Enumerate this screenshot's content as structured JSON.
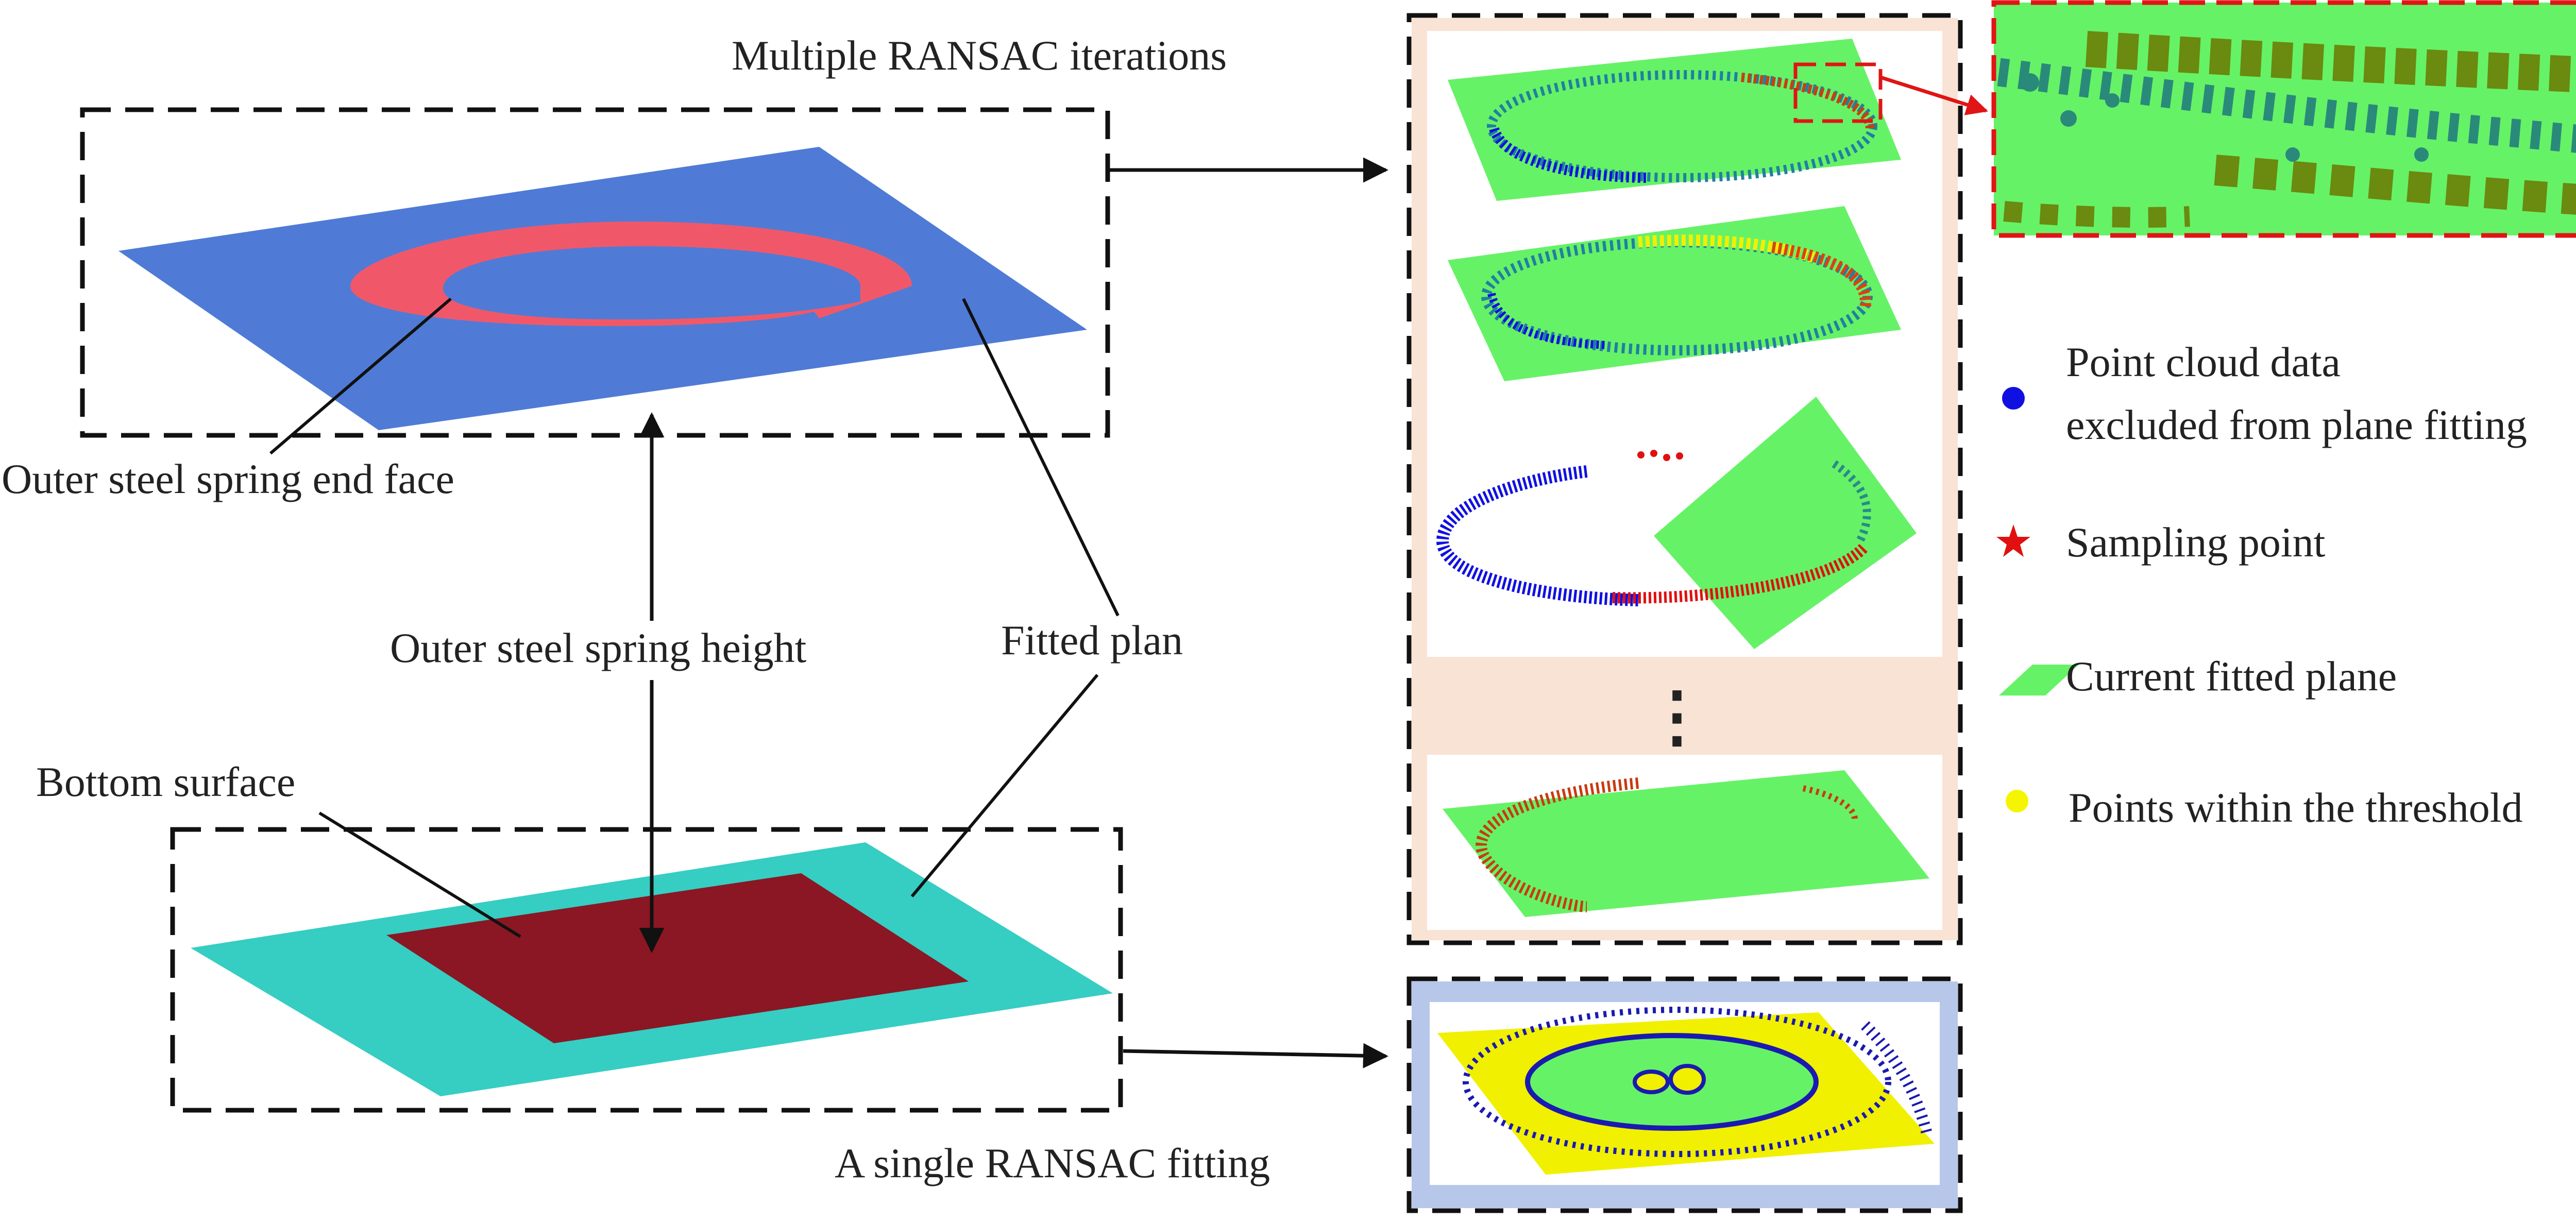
{
  "labels": {
    "multiple_iterations": "Multiple RANSAC iterations",
    "single_fitting": "A single RANSAC fitting",
    "outer_end_face": "Outer steel spring end face",
    "spring_height": "Outer steel spring height",
    "fitted_plan": "Fitted plan",
    "bottom_surface": "Bottom surface",
    "ellipsis": "⋮"
  },
  "legend": [
    {
      "id": "excluded",
      "lines": [
        "Point cloud data",
        "excluded from plane fitting"
      ],
      "marker": "circle",
      "color": "#1010e0"
    },
    {
      "id": "sampling",
      "lines": [
        "Sampling point"
      ],
      "marker": "star",
      "color": "#e01010"
    },
    {
      "id": "plane",
      "lines": [
        "Current fitted plane"
      ],
      "marker": "parallelogram",
      "color": "#66f266"
    },
    {
      "id": "inliers",
      "lines": [
        "Points within the threshold"
      ],
      "marker": "circle",
      "color": "#f5f500"
    }
  ],
  "colors": {
    "top_plane": "#4f7bd6",
    "top_ring": "#f0586a",
    "bottom_plane": "#36cdc3",
    "bottom_rect": "#8a1723",
    "fitted_plane_green": "#66f266",
    "iteration_panel_bg": "#f9e3d4",
    "single_panel_bg": "#b7c7ea",
    "zoom_border": "#e01515",
    "yellow_plane": "#f0f000"
  }
}
